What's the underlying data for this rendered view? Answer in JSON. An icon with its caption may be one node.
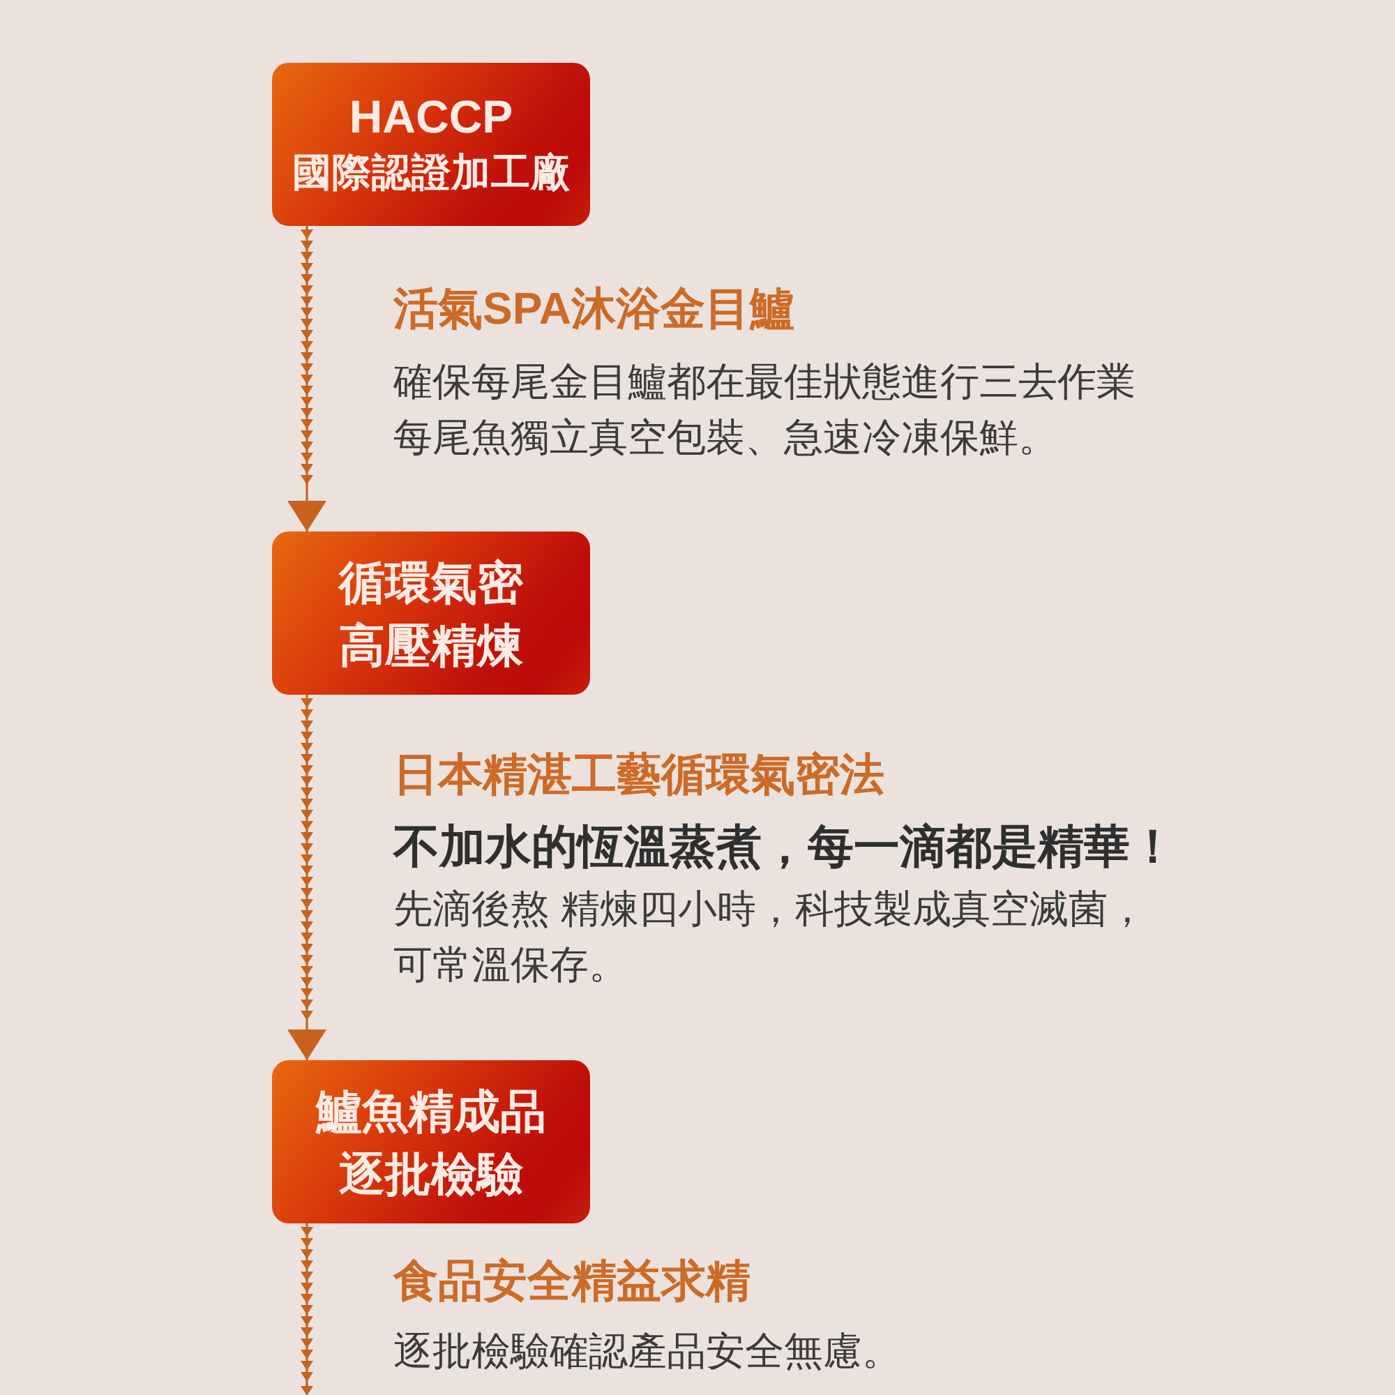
{
  "diagram": {
    "nodes": [
      {
        "text": [
          "HACCP",
          "國際認證加工廠"
        ]
      },
      {
        "text": [
          "循環氣密高壓精煉"
        ]
      },
      {
        "text": [
          "鱸魚精成品逐批檢驗"
        ]
      }
    ],
    "edges": [
      {
        "from": 0,
        "to": 1,
        "arrow": "to"
      },
      {
        "from": 1,
        "to": 2,
        "arrow": "to"
      },
      {
        "from": 2,
        "to": null,
        "arrow": "to"
      }
    ],
    "labels": [
      "活氣SPA沐浴金目鱸",
      "確保每尾金目鱸都在最佳狀態進行三去作業每尾魚獨立真空包裝、急速冷凍保鮮。",
      "日本精湛工藝循環氣密法",
      "不加水的恆溫蒸煮，每一滴都是精華！",
      "先滴後熬 精煉四小時，科技製成真空滅菌，可常溫保存。",
      "食品安全精益求精",
      "逐批檢驗確認產品安全無慮。"
    ]
  }
}
